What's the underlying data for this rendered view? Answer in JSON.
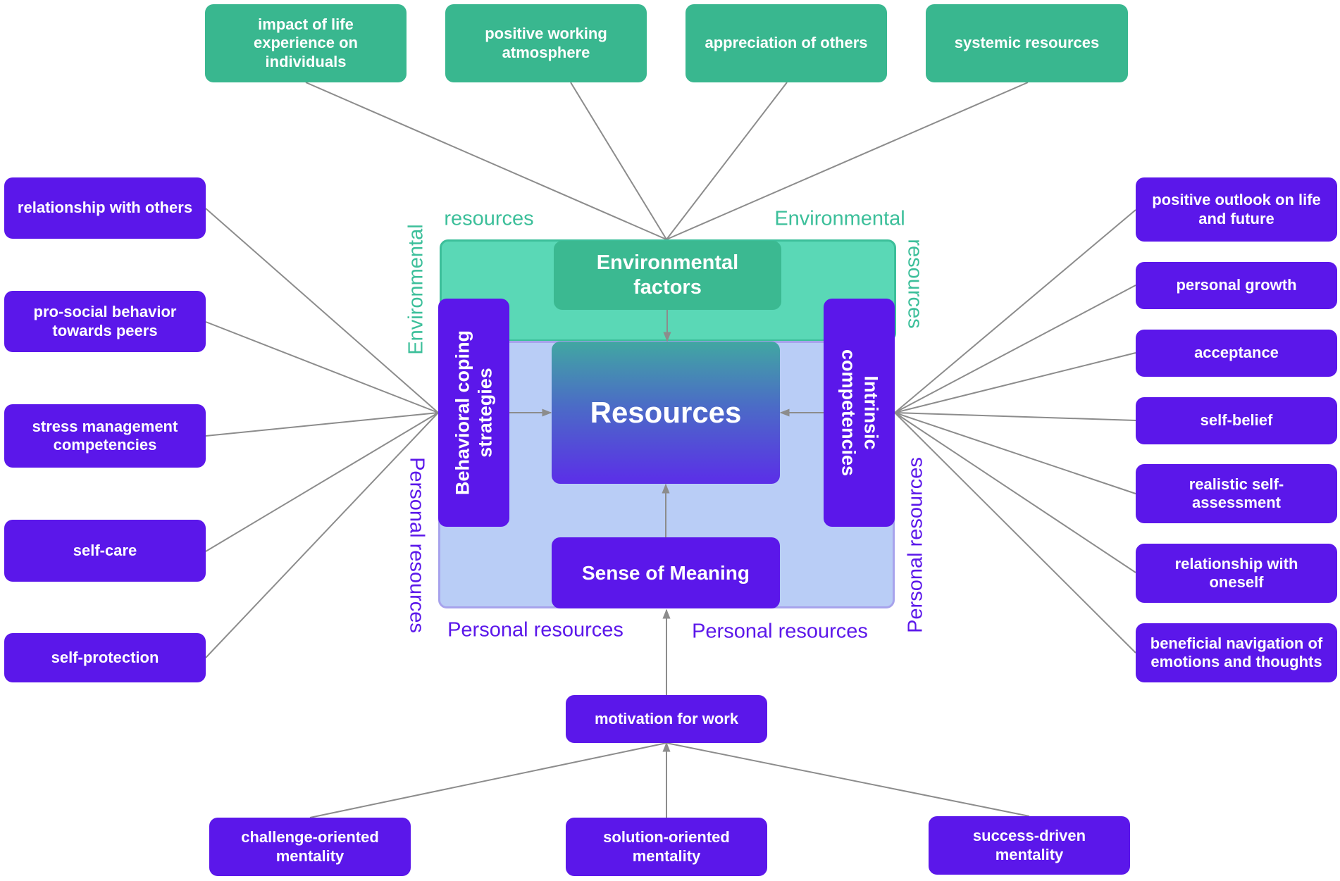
{
  "colors": {
    "environmental": "#39b78f",
    "environmental_region": "#5ad8b6",
    "personal": "#5b17ea",
    "personal_region": "#b9cdf6",
    "edge": "#8c8c8c"
  },
  "center": {
    "resources": "Resources",
    "environmental_factors": "Environmental factors",
    "behavioral_coping": "Behavioral coping strategies",
    "intrinsic_competencies": "Intrinsic competencies",
    "sense_of_meaning": "Sense of Meaning"
  },
  "region_labels": {
    "env_top_left": "resources",
    "env_top_right": "Environmental",
    "env_left_vertical": "Environmental",
    "env_right_vertical": "resources",
    "pers_bottom_left": "Personal resources",
    "pers_bottom_right": "Personal resources",
    "pers_left_vertical": "Personal resources",
    "pers_right_vertical": "Personal resources"
  },
  "environmental_items": [
    "impact of life experience on individuals",
    "positive working atmosphere",
    "appreciation of others",
    "systemic resources"
  ],
  "coping_items": [
    "relationship with others",
    "pro-social behavior towards peers",
    "stress management competencies",
    "self-care",
    "self-protection"
  ],
  "intrinsic_items": [
    "positive outlook on life and future",
    "personal growth",
    "acceptance",
    "self-belief",
    "realistic self-assessment",
    "relationship with oneself",
    "beneficial navigation of emotions and thoughts"
  ],
  "motivation": "motivation for work",
  "mentality_items": [
    "challenge-oriented mentality",
    "solution-oriented mentality",
    "success-driven mentality"
  ]
}
